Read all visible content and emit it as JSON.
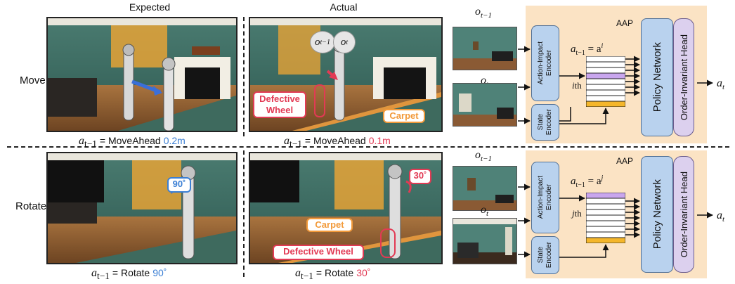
{
  "columns": {
    "expected": "Expected",
    "actual": "Actual"
  },
  "rows": {
    "move": "Move",
    "rotate": "Rotate"
  },
  "action_var": "a",
  "action_sub": "t−1",
  "move": {
    "expected_caption": {
      "eq": "= MoveAhead",
      "value": "0.2m"
    },
    "actual_caption": {
      "eq": "= MoveAhead",
      "value": "0.1m"
    },
    "bubble_prev": "o",
    "bubble_prev_sub": "t−1",
    "bubble_curr": "o",
    "bubble_curr_sub": "t",
    "tag_wheel_line1": "Defective",
    "tag_wheel_line2": "Wheel",
    "tag_carpet": "Carpet"
  },
  "rotate": {
    "expected_caption": {
      "eq": "= Rotate",
      "value": "90˚"
    },
    "actual_caption": {
      "eq": "= Rotate",
      "value": "30˚"
    },
    "badge_expected": "90˚",
    "badge_actual": "30˚",
    "tag_carpet": "Carpet",
    "tag_wheel": "Defective Wheel"
  },
  "model": {
    "panel_label": "AAP",
    "encoder_line1": "Action-Impact",
    "encoder_line2": "Encoder",
    "state_line1": "State",
    "state_line2": "Encoder",
    "policy": "Policy Network",
    "head": "Order-Invariant Head",
    "obs_prev": "o",
    "obs_prev_sub": "t−1",
    "obs_curr": "o",
    "obs_curr_sub": "t",
    "output_var": "a",
    "output_sub": "t",
    "top": {
      "eq_lhs": "a",
      "eq_lhs_sub": "t−1",
      "eq_rhs": "= a",
      "eq_sup": "i",
      "index_var": "i",
      "index_suffix": "th"
    },
    "bottom": {
      "eq_lhs": "a",
      "eq_lhs_sub": "t−1",
      "eq_rhs": "= a",
      "eq_sup": "j",
      "index_var": "j",
      "index_suffix": "th"
    }
  },
  "colors": {
    "panel": "#fbe3c4",
    "encoder": "#b9d2ee",
    "head": "#dcd0ee",
    "highlight_row": "#c9a6ee",
    "state_row": "#f4b62b",
    "blue_value": "#3b7fd4",
    "red_value": "#e23a54",
    "carpet_tag": "#f29a3a"
  }
}
